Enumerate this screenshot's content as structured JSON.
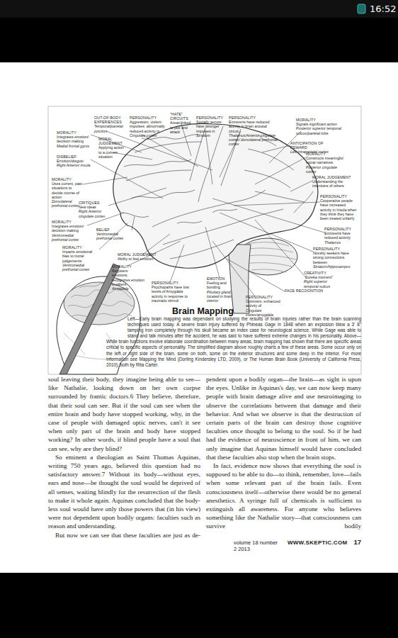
{
  "diagram": {
    "title": "Brain Mapping",
    "caption": "Left—Early brain mapping was dependant on studying the results of brain injuries rather than the brain scanning techniques used today. A severe brain injury suffered by Phineas Gage in 1848 when an explosion blew a 3' 8\" tamping iron completely through his skull became an index case for neurological science. While Gage was able to stand and talk minutes after the accident, he was said to have suffered extreme changes in his personality. Above—While brain functions involve elaborate coordination between many areas, brain mapping has shown that there are specific areas critical to specific aspects of personality. The simplified diagram above roughly charts a few of these areas. Some occur only on the left or right side of the brain, some on both, some on the exterior structures and some deep in the interior. For more information see Mapping the Mind (Dorling Kindersley LTD, 2009), or The Human Brain Book (University of California Press, 2010), both by Rita Carter.",
    "labels": [
      "16:52",
      "OUT-OF-BODY EXPERIENCES",
      "Temporal/parietal junction",
      "PERSONALITY",
      "Aggression, violent impulses: abnormally reduced activity in",
      "Cingulate cortex",
      "\"HATE\" CIRCUITS",
      "Areas linked to plot and attack",
      "PERSONALITY",
      "Socially secure have stronger impulses in",
      "Striatum",
      "PERSONALITY",
      "Extroverts have reduced activity in brain arousal circuit.",
      "Thalamus/Anterior cingulate cortex/ dorsolateral prefrontal cortex",
      "MORALITY",
      "Signals significant action",
      "Posterior superior temporal sulcus/parietal lobe",
      "MORALITY",
      "Integrates emotion/ decision making",
      "Medial frontal gyrus",
      "MORAL JUDGEMENT",
      "Applying action to a current situation",
      "DISBELIEF",
      "Emotion/disgust",
      "Right Anterior insula",
      "ANTICIPATION OF REWARD",
      "Left intraparietal cortex",
      "MORALITY",
      "Constructs meaningful social narratives",
      "Posterior cingulate cortex",
      "MORAL JUDGEMENT",
      "Understanding the intentions of others",
      "MORALITY",
      "Uses current, past situations to decide course of action",
      "Dorsolateral prefrontal cortex",
      "CRITIQUES",
      "New ideas",
      "Right Anterior cingulate cortex",
      "PERSONALITY",
      "Cooperative people have increased activity in Insula when they think they have been treated unfairly",
      "MORALITY",
      "Integrates emotion/ decision making",
      "Ventromedial prefrontal cortex",
      "BELIEF",
      "Ventromedial prefrontal cortex",
      "PERSONALITY",
      "Extroverts have reduced activity",
      "Thalamus",
      "MORALITY",
      "Imparts emotional bias to moral judgements",
      "Ventromedial prefrontal cortex",
      "MORAL JUDGEMENT",
      "Ability to feel emotion",
      "PERSONALITY",
      "Novelty seekers have strong connections between",
      "Striatum/hippocampus",
      "MORALITY",
      "Registers emotions, recognizes emotion in others",
      "Amygdala",
      "PERSONALITY",
      "Psychopaths have low levels of Amygdala activity in response to traumatic stimuli",
      "EMOTION",
      "Feeling and bonding",
      "Pituitary gland, located in brain interior",
      "CREATIVITY",
      "\"Eureka moment\"",
      "Right superior temporal sulcus",
      "FACE RECOGNITION",
      "PERSONALITY",
      "Optimism: enhanced activity of",
      "Cingulate cortex/amygdala",
      "soul leaving their body, they imagine being able to see—like Nathalie, looking down on her own corpse surrounded by frantic doctors.6 They believe, therefore, that their soul can see. But if the soul can see when the entire brain and body have stopped working, why, in the case of people with damaged optic nerves, can't it see when only part of the brain and body have stopped working? In other words, if blind people have a soul that can see, why are they blind?",
      "So eminent a theologian as Saint Thomas Aquinas, writing 750 years ago, believed this question had no satisfactory answer.7 Without its body—without eyes, ears and nose—he thought the soul would be deprived of all senses, waiting blindly for the resurrection of the flesh to make it whole again. Aquinas concluded that the body-less soul would have only those powers that (in his view) were not dependent upon bodily organs: faculties such as reason and understanding.",
      "But now we can see that these faculties are just as de-",
      "pendent upon a bodily organ—the brain—as sight is upon the eyes. Unlike in Aquinas's day, we can now keep many people with brain damage alive and use neuroimaging to observe the correlations between that damage and their behavior. And what we observe is that the destruction of certain parts of the brain can destroy those cognitive faculties once thought to belong to the soul. So if he had had the evidence of neuroscience in front of him, we can only imagine that Aquinas himself would have concluded that these faculties also stop when the brain stops.",
      "In fact, evidence now shows that everything the soul is supposed to be able to do—to think, remember, love—fails when some relevant part of the brain fails. Even consciousness itself—otherwise there would be no general anesthetics. A syringe full of chemicals is sufficient to extinguish all awareness. For anyone who believes something like the Nathalie story—that consciousness can survive bodily",
      "volume 18 number 2 2013",
      "WWW.SKEPTIC.COM",
      "17"
    ]
  }
}
